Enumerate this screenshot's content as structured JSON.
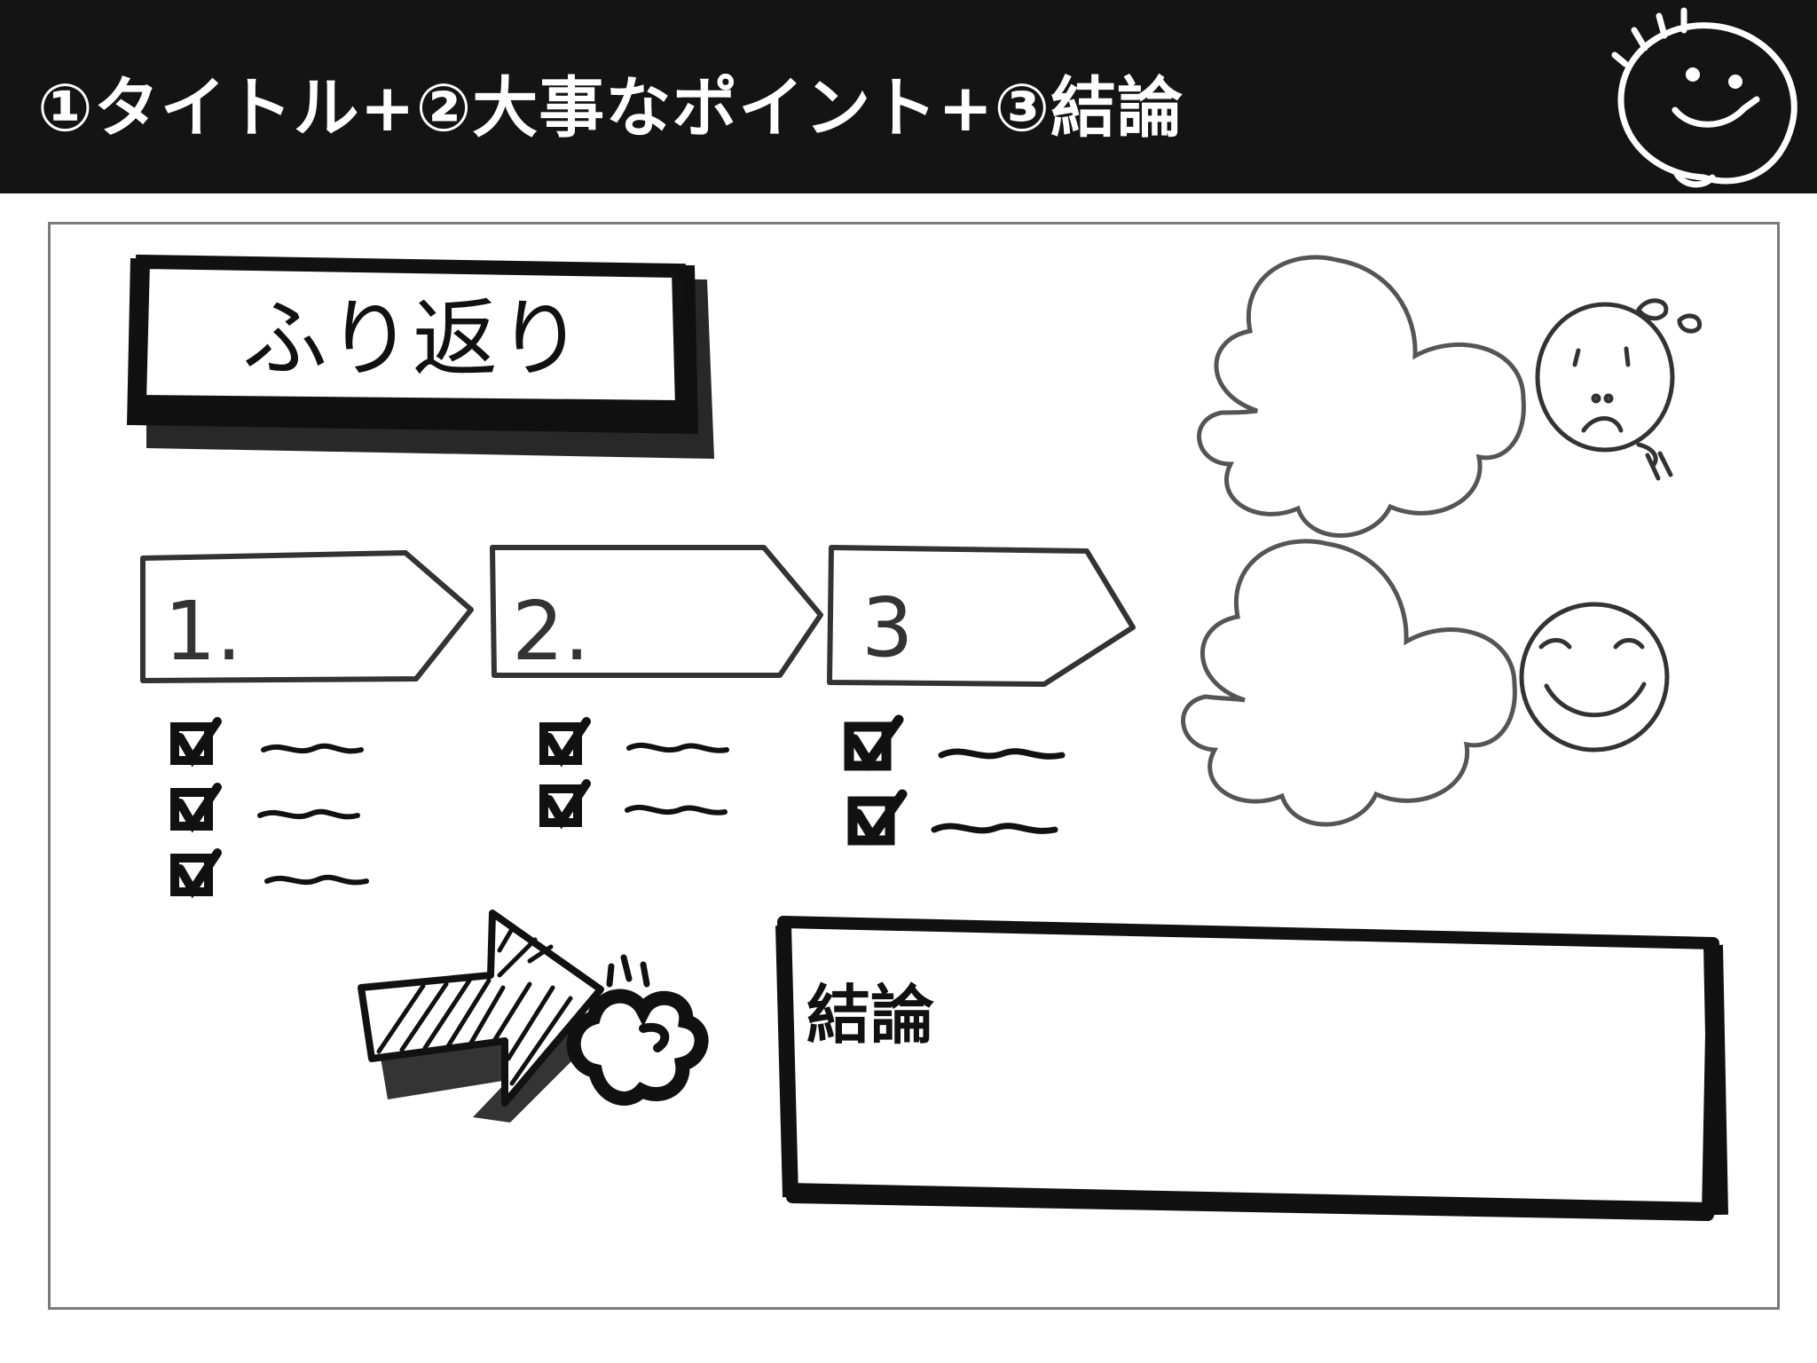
{
  "header": {
    "title": "①タイトル+②大事なポイント+③結論",
    "background": "#141414",
    "text_color": "#ffffff",
    "mascot_icon": "smiling-face-icon"
  },
  "sketch": {
    "title_box": {
      "text": "ふり返り"
    },
    "steps": [
      {
        "number": "1.",
        "checks": 3
      },
      {
        "number": "2.",
        "checks": 2
      },
      {
        "number": "3",
        "checks": 2
      }
    ],
    "thoughts": [
      {
        "cloud": "thought-cloud-icon",
        "face": "sad-face-icon"
      },
      {
        "cloud": "thought-cloud-icon",
        "face": "happy-face-icon"
      }
    ],
    "arrow_icon": "hatched-arrow-icon",
    "pointing_icon": "pointing-hand-icon",
    "conclusion_box": {
      "label": "結論"
    }
  }
}
